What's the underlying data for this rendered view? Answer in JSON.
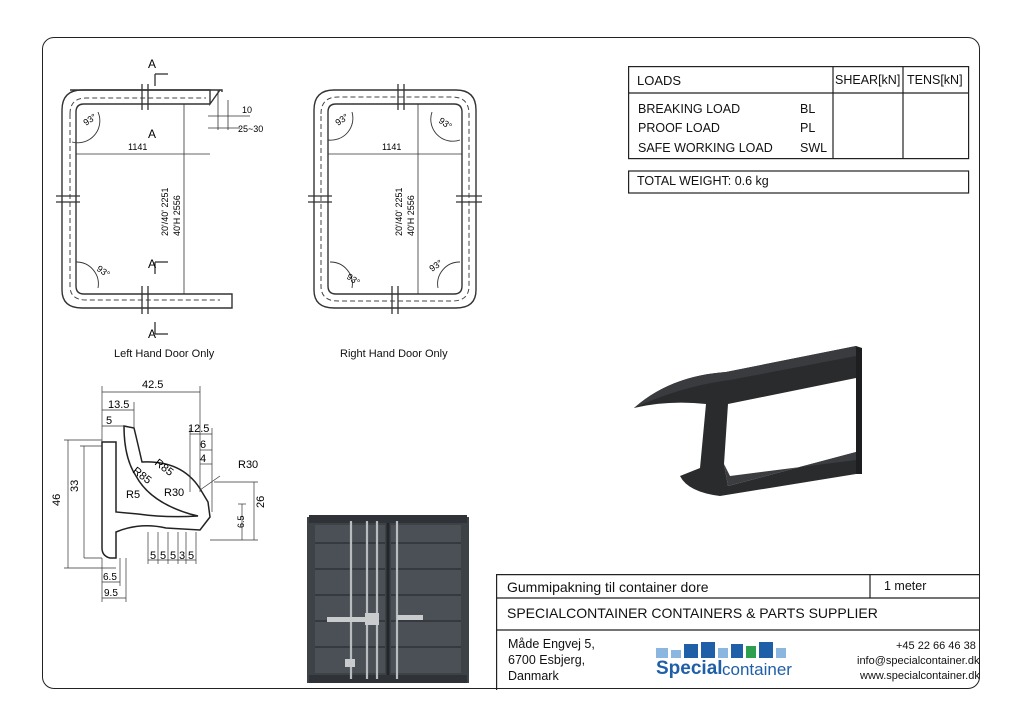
{
  "loads_table": {
    "header": {
      "loads": "LOADS",
      "shear": "SHEAR[kN]",
      "tens": "TENS[kN]"
    },
    "rows": [
      {
        "name": "BREAKING LOAD",
        "abbr": "BL"
      },
      {
        "name": "PROOF LOAD",
        "abbr": "PL"
      },
      {
        "name": "SAFE WORKING LOAD",
        "abbr": "SWL"
      }
    ],
    "total_weight": "TOTAL WEIGHT: 0.6 kg"
  },
  "drawings": {
    "left_frame": {
      "caption": "Left Hand Door Only",
      "section_mark": "A",
      "width_dim": "1141",
      "height_dim_1": "20'/40'  2251",
      "height_dim_2": "40'H  2556",
      "gap_dim_1": "10",
      "gap_dim_2": "25~30",
      "angle": "93°"
    },
    "right_frame": {
      "caption": "Right Hand Door Only",
      "width_dim": "1141",
      "height_dim_1": "20'/40'  2251",
      "height_dim_2": "40'H  2556",
      "angle": "93°"
    },
    "profile": {
      "d_42_5": "42.5",
      "d_13_5": "13.5",
      "d_5": "5",
      "d_12_5": "12.5",
      "d_6": "6",
      "d_4": "4",
      "d_r30a": "R30",
      "d_r85a": "R85",
      "d_r85b": "R85",
      "d_r5": "R5",
      "d_r30b": "R30",
      "d_46": "46",
      "d_33": "33",
      "d_26": "26",
      "d_6_5a": "6.5",
      "d_55535": [
        "5",
        "5",
        "5",
        "3",
        "5"
      ],
      "d_6_5b": "6.5",
      "d_9_5": "9.5"
    }
  },
  "title_block": {
    "product": "Gummipakning til container dore",
    "quantity": "1 meter",
    "company": "SPECIALCONTAINER CONTAINERS & PARTS SUPPLIER",
    "address": [
      "Måde Engvej 5,",
      "6700 Esbjerg,",
      "Danmark"
    ],
    "phone": "+45 22 66 46 38",
    "email": "info@specialcontainer.dk",
    "website": "www.specialcontainer.dk",
    "logo": {
      "word1": "Special",
      "word2": "container"
    }
  },
  "colors": {
    "logo_blue": "#1f5fa8",
    "logo_light_blue": "#8ab6e0",
    "logo_green": "#2e9e4f",
    "gasket_dark": "#2a2b2d",
    "container_dark": "#3d4247"
  }
}
